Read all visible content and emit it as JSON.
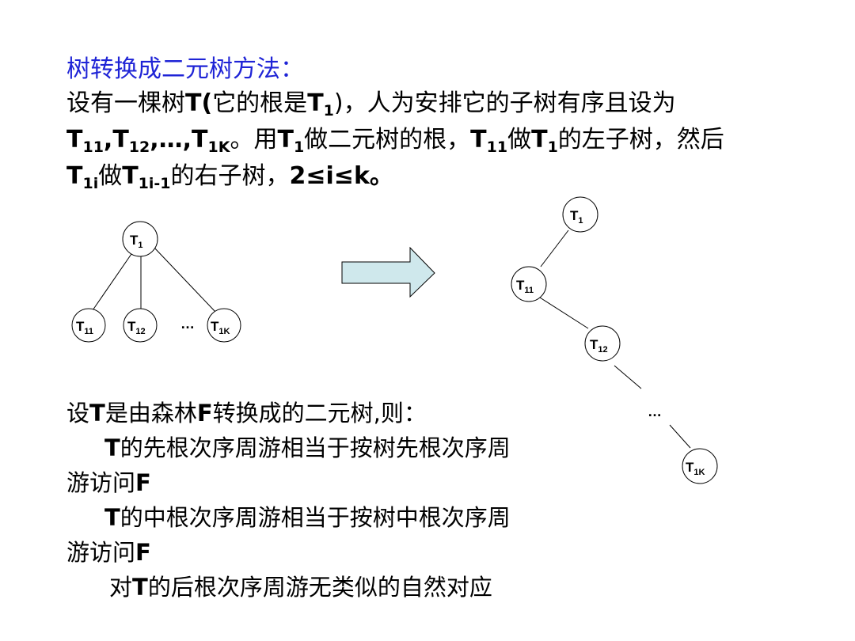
{
  "title": "树转换成二元树方法：",
  "para": {
    "l1_a": "设有一棵树",
    "l1_b": "T(",
    "l1_c": "它的根是",
    "l1_d": "T",
    "l1_d_sub": "1",
    "l1_e": ")，人为安排它的子树有序且设为",
    "l2_a": "T",
    "l2_a_sub": "11",
    "l2_b": ",T",
    "l2_b_sub": "12",
    "l2_c": ",…,T",
    "l2_c_sub": "1K",
    "l2_d": "。用",
    "l2_e": "T",
    "l2_e_sub": "1",
    "l2_f": "做二元树的根，",
    "l2_g": "T",
    "l2_g_sub": "11",
    "l2_h": "做",
    "l2_i": "T",
    "l2_i_sub": "1",
    "l2_j": "的左子树，然后",
    "l3_a": "T",
    "l3_a_sub": "1i",
    "l3_b": "做",
    "l3_c": "T",
    "l3_c_sub": "1i-1",
    "l3_d": "的右子树，",
    "l3_e": "2≤i≤k。"
  },
  "tree": {
    "root": {
      "t": "T",
      "s": "1"
    },
    "children": [
      {
        "t": "T",
        "s": "11"
      },
      {
        "t": "T",
        "s": "12"
      },
      {
        "t": "T",
        "s": "1K"
      }
    ],
    "ellipsis": "…"
  },
  "binary": {
    "nodes": [
      {
        "t": "T",
        "s": "1"
      },
      {
        "t": "T",
        "s": "11"
      },
      {
        "t": "T",
        "s": "12"
      },
      {
        "t": "T",
        "s": "1K"
      }
    ],
    "ellipsis": "…"
  },
  "bottom": {
    "l1_a": "设",
    "l1_b": "T",
    "l1_c": "是由森林",
    "l1_d": "F",
    "l1_e": "转换成的二元树,则：",
    "l2_a": "T",
    "l2_b": "的先根次序周游相当于按树先根次序周",
    "l3_a": "游访问",
    "l3_b": "F",
    "l4_a": "T",
    "l4_b": "的中根次序周游相当于按树中根次序周",
    "l5_a": "游访问",
    "l5_b": "F",
    "l6_a": "对",
    "l6_b": "T",
    "l6_c": "的后根次序周游无类似的自然对应"
  },
  "colors": {
    "title": "#1f24d6",
    "arrow_fill": "#cfe8ec",
    "stroke": "#000000"
  }
}
